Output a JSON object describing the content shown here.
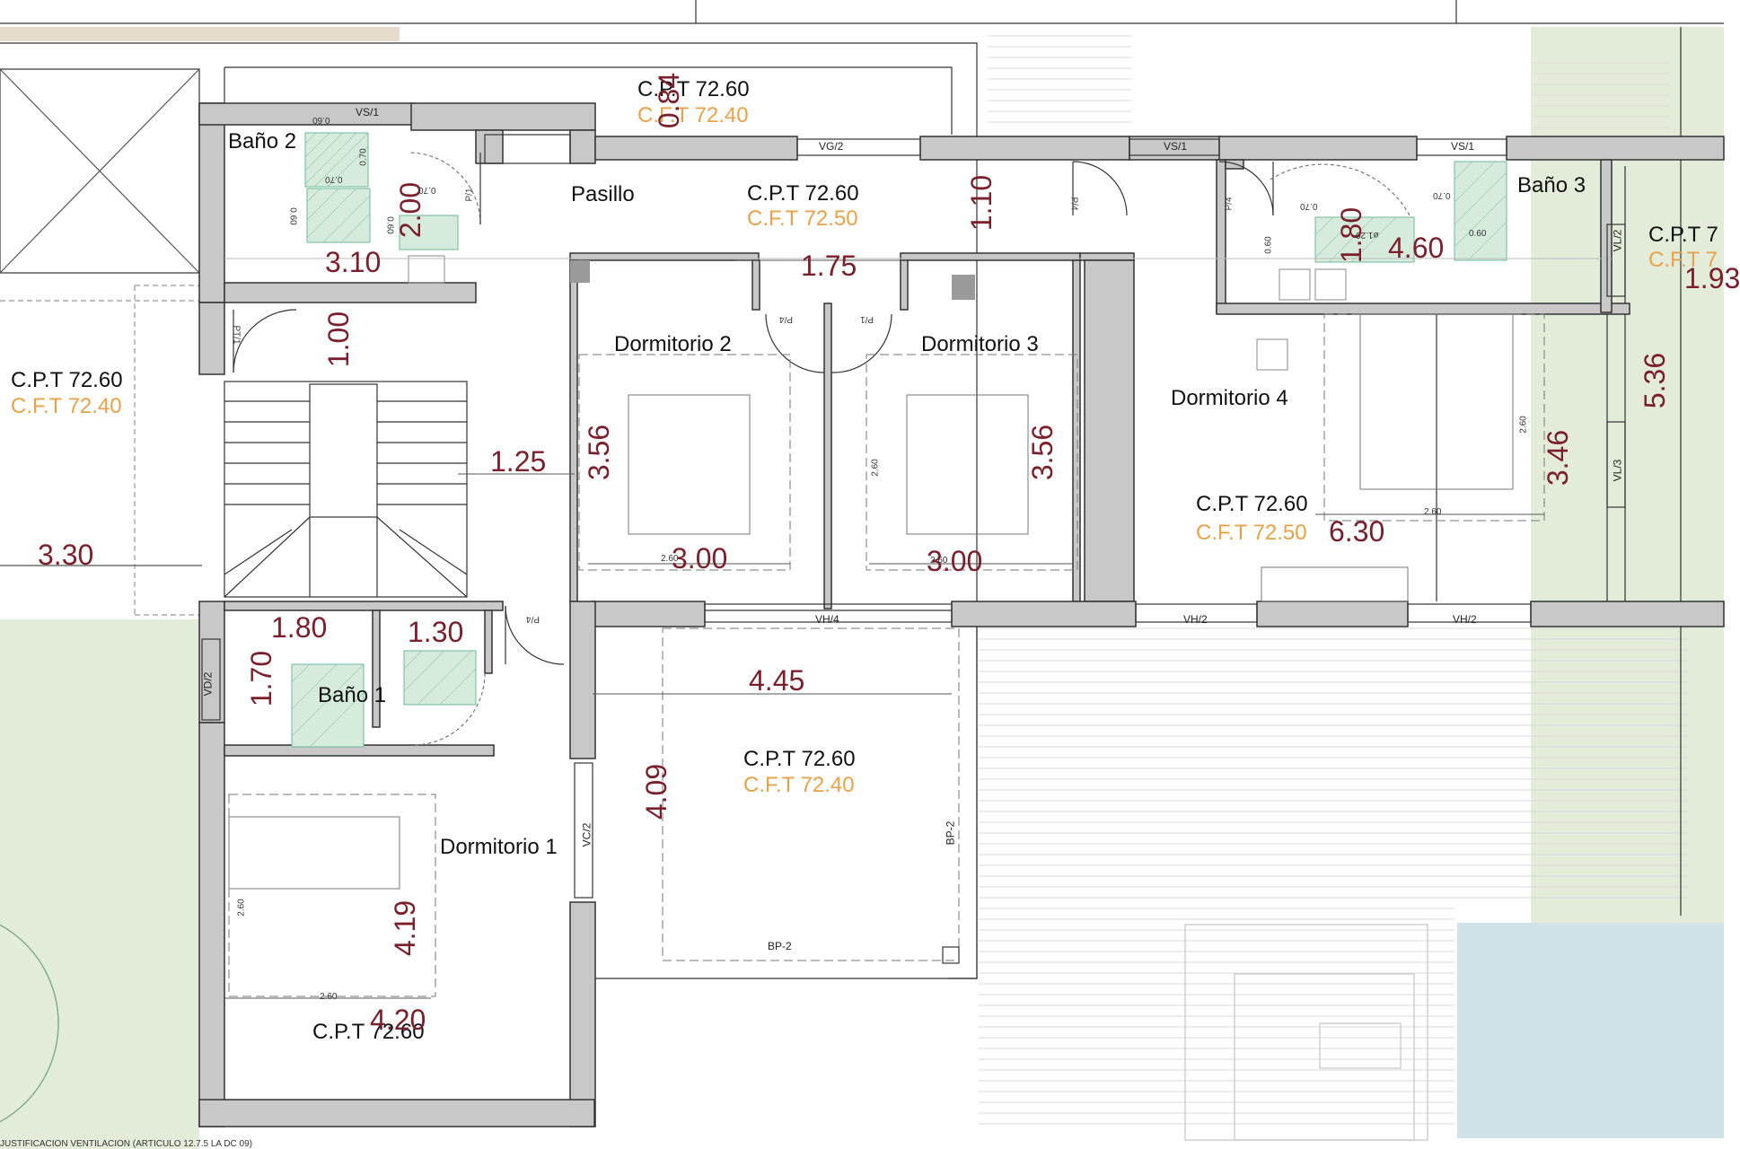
{
  "colors": {
    "wall": "#c8c8c8",
    "wall_stroke": "#333333",
    "dimension": "#7a1f2b",
    "cft": "#e8a24a",
    "garden": "#e3ecd9",
    "pool": "#cfe2e8",
    "terrace_lines": "#d6d6d6",
    "furniture": "#6fb99a"
  },
  "rooms": {
    "bano2": "Baño 2",
    "bano1": "Baño 1",
    "bano3": "Baño 3",
    "pasillo": "Pasillo",
    "dorm1": "Dormitorio 1",
    "dorm2": "Dormitorio 2",
    "dorm3": "Dormitorio 3",
    "dorm4": "Dormitorio 4"
  },
  "levels": {
    "cpt_top": "C.P.T 72.60",
    "cft_top": "C.F.T 72.40",
    "cpt_pasillo": "C.P.T 72.60",
    "cft_pasillo": "C.F.T 72.50",
    "cpt_left": "C.P.T 72.60",
    "cft_left": "C.F.T 72.40",
    "cpt_terrace": "C.P.T 72.60",
    "cft_terrace": "C.F.T 72.40",
    "cpt_dorm4": "C.P.T 72.60",
    "cft_dorm4": "C.F.T 72.50",
    "cpt_dorm1": "C.P.T 72.60",
    "cpt_right": "C.P.T 7",
    "cft_right": "C.F.T 7"
  },
  "dimensions": {
    "d_084": "0.84",
    "d_310": "3.10",
    "d_200": "2.00",
    "d_110": "1.10",
    "d_175": "1.75",
    "d_180a": "1.80",
    "d_460": "4.60",
    "d_193": "1.93",
    "d_100": "1.00",
    "d_125": "1.25",
    "d_356a": "3.56",
    "d_356b": "3.56",
    "d_300a": "3.00",
    "d_300b": "3.00",
    "d_536": "5.36",
    "d_346": "3.46",
    "d_630": "6.30",
    "d_330": "3.30",
    "d_180b": "1.80",
    "d_130": "1.30",
    "d_170": "1.70",
    "d_445": "4.45",
    "d_409": "4.09",
    "d_419": "4.19",
    "d_420": "4.20"
  },
  "openings": {
    "vs1_a": "VS/1",
    "vg2": "VG/2",
    "vs1_b": "VS/1",
    "vs1_c": "VS/1",
    "vh4": "VH/4",
    "vh2_a": "VH/2",
    "vh2_b": "VH/2",
    "vd2": "VD/2",
    "vc2": "VC/2",
    "bp2_v": "BP-2",
    "bp2_h": "BP-2",
    "vl2": "VL/2",
    "vl3": "VL/3",
    "p1_a": "P/1",
    "pt1": "PT/1",
    "p4_a": "P/4",
    "p4_b": "P/4",
    "p4_c": "P/4",
    "p1_b": "P/1",
    "p4_d": "P/4"
  },
  "small_dims": {
    "s070a": "0.70",
    "s060a": "0.60",
    "s070b": "0.70",
    "s060b": "0.60",
    "s070c": "0.70",
    "s060c": "0.60",
    "s070d": "0.70",
    "s060d": "0.60",
    "s070e": "0.70",
    "s060e": "0.60",
    "s260a": "2.60",
    "s260b": "2.60",
    "s260c": "2.60",
    "s260d": "2.60",
    "s260e": "2.60",
    "s260f": "2.60",
    "s260g": "2.60",
    "s120": "ø1.20"
  },
  "footer": {
    "note": "JUSTIFICACION VENTILACION (ARTICULO 12.7.5 LA DC 09)"
  }
}
